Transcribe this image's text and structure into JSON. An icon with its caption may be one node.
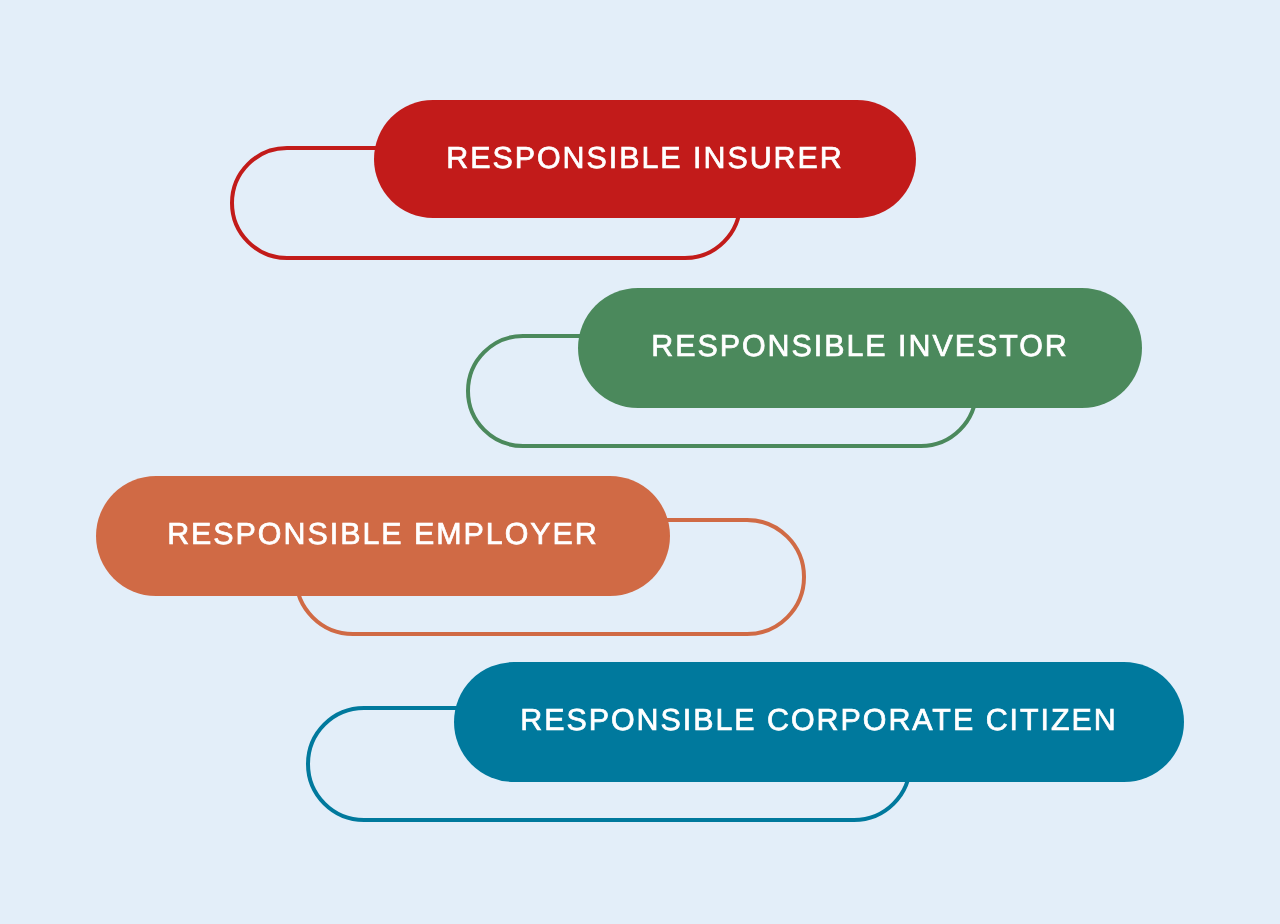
{
  "diagram": {
    "nodes": [
      {
        "text": [
          "RESPONSIBLE INSURER"
        ]
      },
      {
        "text": [
          "RESPONSIBLE INVESTOR"
        ]
      },
      {
        "text": [
          "RESPONSIBLE EMPLOYER"
        ]
      },
      {
        "text": [
          "RESPONSIBLE CORPORATE CITIZEN"
        ]
      }
    ]
  }
}
